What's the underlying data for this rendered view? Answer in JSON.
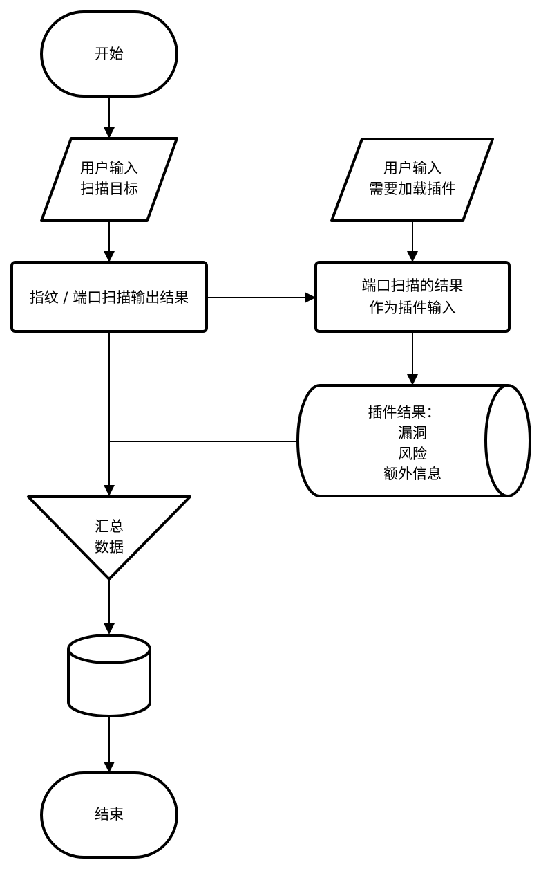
{
  "diagram": {
    "start": {
      "label": "开始"
    },
    "input_target": {
      "lines": [
        "用户输入",
        "扫描目标"
      ]
    },
    "input_plugins": {
      "lines": [
        "用户输入",
        "需要加载插件"
      ]
    },
    "scan_process": {
      "label": "指纹 / 端口扫描输出结果"
    },
    "plugin_process": {
      "lines": [
        "端口扫描的结果",
        "作为插件输入"
      ]
    },
    "plugin_results": {
      "lines": [
        "插件结果：",
        "漏洞",
        "风险",
        "额外信息"
      ]
    },
    "merge": {
      "lines": [
        "汇总",
        "数据"
      ]
    },
    "database": {
      "label": ""
    },
    "end": {
      "label": "结束"
    }
  }
}
